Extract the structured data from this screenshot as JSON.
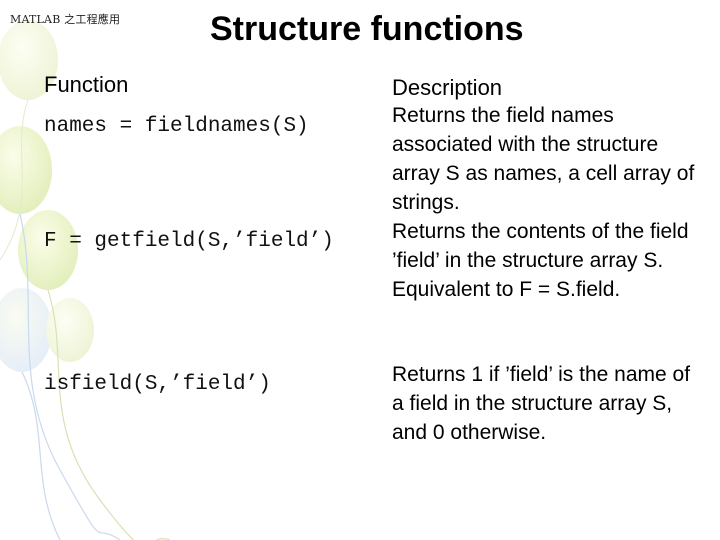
{
  "header_tag": "MATLAB 之工程應用",
  "title": "Structure functions",
  "columns": {
    "function": "Function",
    "description": "Description"
  },
  "rows": [
    {
      "function": "names = fieldnames(S)",
      "description": "Returns the field names associated with the structure array S as names, a cell array of strings."
    },
    {
      "function": "F = getfield(S,’field’)",
      "description": "Returns the contents of the field ’field’ in the structure array S. Equivalent to F = S.field."
    },
    {
      "function": "isfield(S,’field’)",
      "description": "Returns 1 if ’field’ is the name of a field in the structure array S, and 0 otherwise."
    }
  ],
  "colors": {
    "background": "#ffffff",
    "balloon_fill": "#eaf3c8",
    "balloon_string": "#c9d9ee"
  }
}
